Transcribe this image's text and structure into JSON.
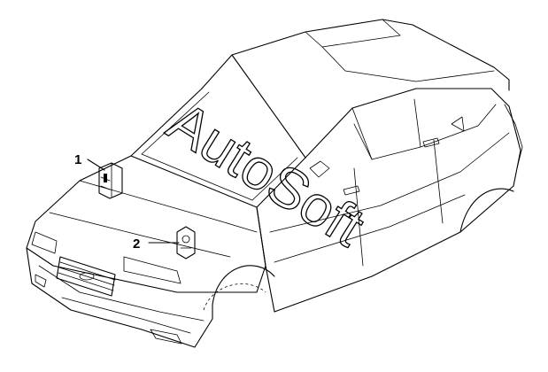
{
  "diagram": {
    "callouts": [
      {
        "number": "1"
      },
      {
        "number": "2"
      }
    ]
  },
  "watermark": {
    "text": "AutoSoft"
  }
}
